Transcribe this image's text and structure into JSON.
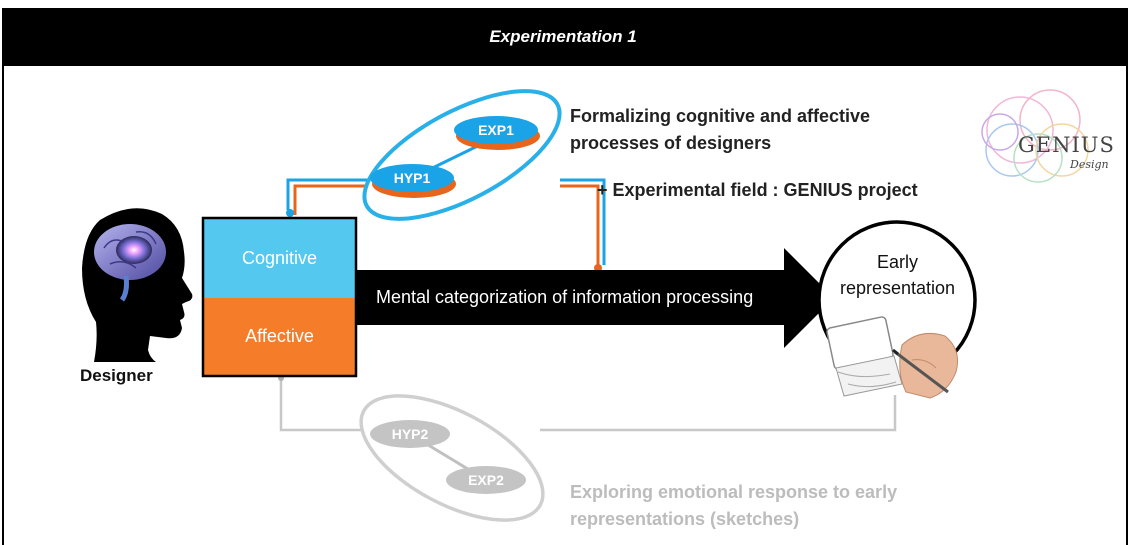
{
  "title": "Experimentation 1",
  "designer": {
    "label": "Designer",
    "head_icon": "human-head-with-brain"
  },
  "process_box": {
    "cognitive_label": "Cognitive",
    "affective_label": "Affective"
  },
  "main_arrow": {
    "label": "Mental categorization of information processing"
  },
  "output": {
    "label": "Early representation",
    "image": "hand-sketching-computer"
  },
  "hypothesis_1": {
    "hyp": "HYP1",
    "exp": "EXP1",
    "description": "Formalizing cognitive and affective processes of designers",
    "extra": "+ Experimental field : GENIUS project"
  },
  "hypothesis_2": {
    "hyp": "HYP2",
    "exp": "EXP2",
    "description": "Exploring emotional response to early representations (sketches)"
  },
  "logo": {
    "name": "GENIUS",
    "subtitle": "Design"
  },
  "colors": {
    "cognitive": "#55c8f0",
    "affective": "#f57d2a",
    "pill_blue": "#1aa3e6",
    "pill_orange": "#e8661c",
    "gray": "#c8c8c8",
    "arrow": "#000000"
  }
}
